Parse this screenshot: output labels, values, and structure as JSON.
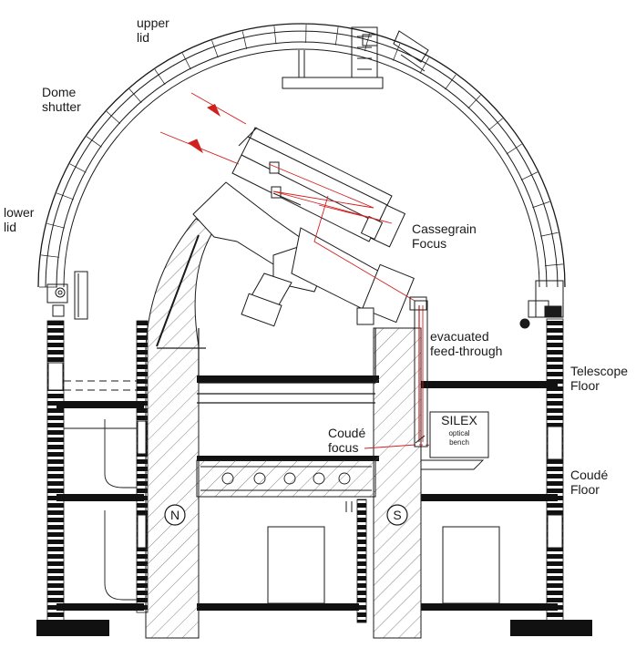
{
  "labels": {
    "upper_lid": [
      "upper",
      "lid"
    ],
    "dome_shutter": [
      "Dome",
      "shutter"
    ],
    "lower_lid": [
      "lower",
      "lid"
    ],
    "cassegrain_focus": [
      "Cassegrain",
      "Focus"
    ],
    "evacuated_feedthrough": [
      "evacuated",
      "feed-through"
    ],
    "telescope_floor": [
      "Telescope",
      "Floor"
    ],
    "coude_floor": [
      "Coudé",
      "Floor"
    ],
    "coude_focus": [
      "Coudé",
      "focus"
    ],
    "silex": "SILEX",
    "optical_bench": [
      "optical",
      "bench"
    ],
    "north_marker": "N",
    "south_marker": "S"
  },
  "colors": {
    "line": "#1a1a1a",
    "beam": "#d22020",
    "hatch": "#555555"
  }
}
